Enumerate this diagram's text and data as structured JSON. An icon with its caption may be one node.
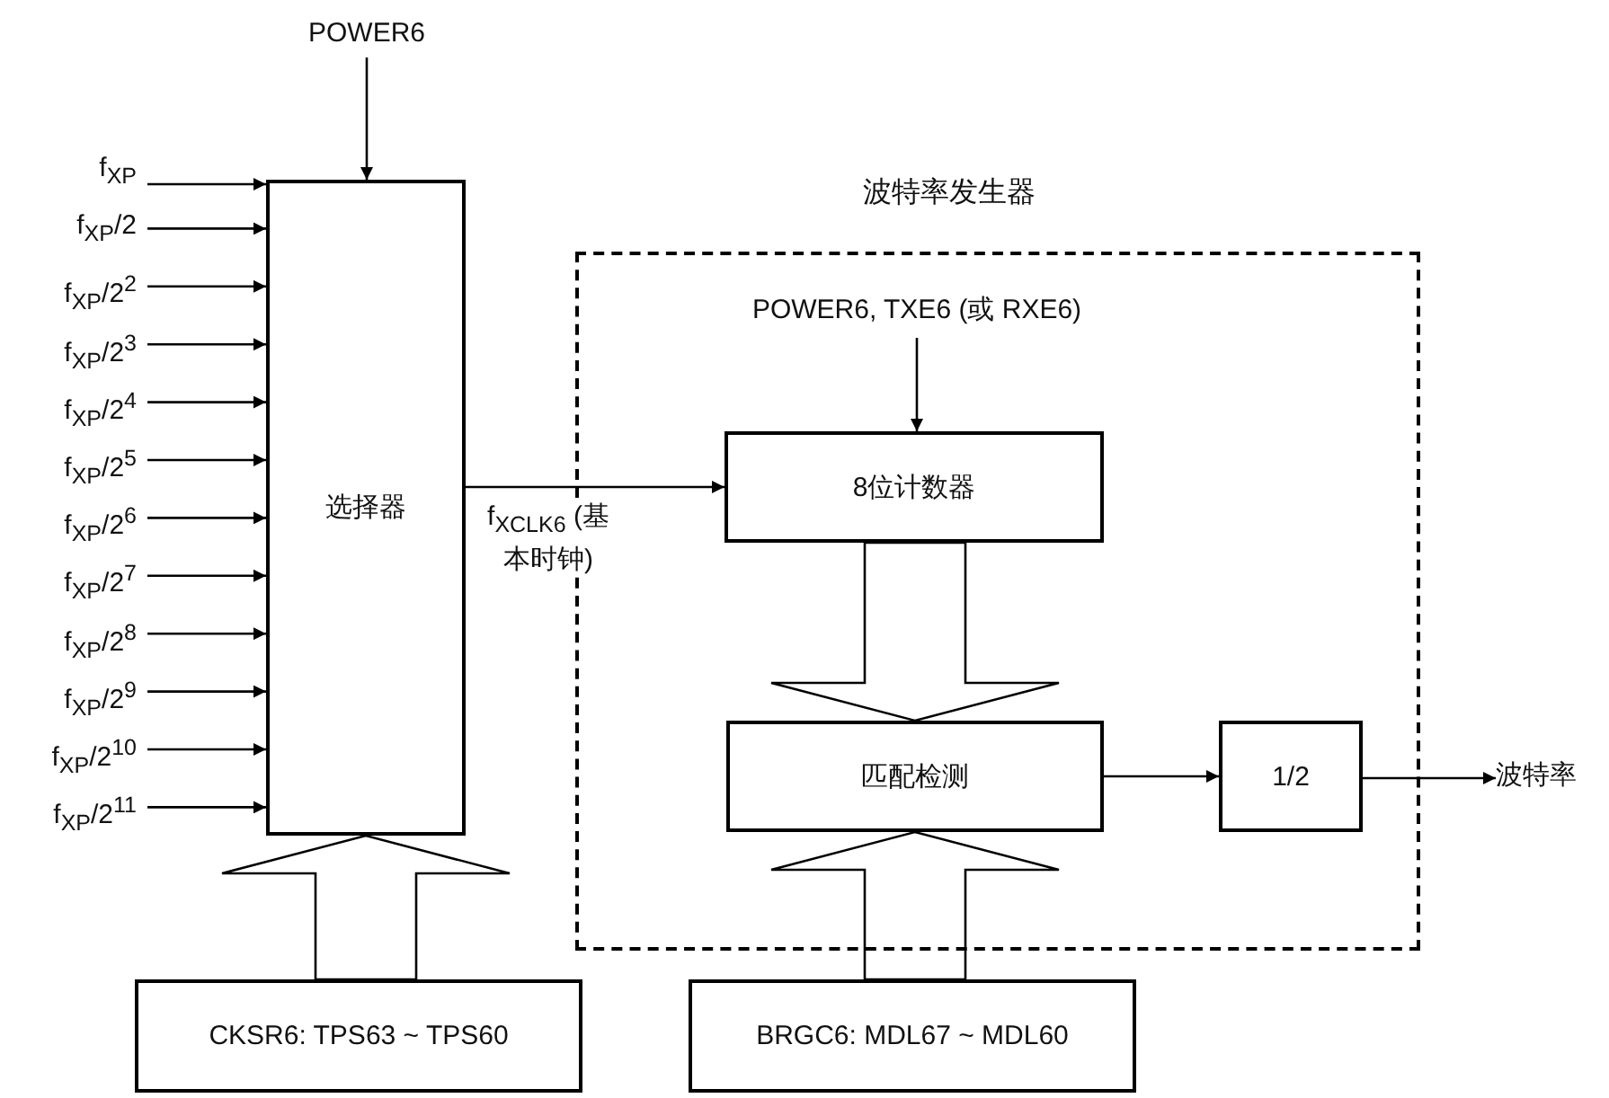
{
  "diagram": {
    "nodes": [
      {
        "text": [
          "波特率发生器"
        ]
      },
      {
        "text": [
          "f$_{XP}$"
        ]
      },
      {
        "text": [
          "f$_{XP}$/2"
        ]
      },
      {
        "text": [
          "f$_{XP}$/2$^{2}$"
        ]
      },
      {
        "text": [
          "f$_{XP}$/2$^{3}$"
        ]
      },
      {
        "text": [
          "f$_{XP}$/2$^{4}$"
        ]
      },
      {
        "text": [
          "f$_{XP}$/2$^{5}$"
        ]
      },
      {
        "text": [
          "f$_{XP}$/2$^{6}$"
        ]
      },
      {
        "text": [
          "f$_{XP}$/2$^{7}$"
        ]
      },
      {
        "text": [
          "f$_{XP}$/2$^{8}$"
        ]
      },
      {
        "text": [
          "f$_{XP}$/2$^{9}$"
        ]
      },
      {
        "text": [
          "f$_{XP}$/2$^{10}$"
        ]
      },
      {
        "text": [
          "f$_{XP}$/2$^{11}$"
        ]
      },
      {
        "text": [
          "POWER6"
        ]
      },
      {
        "text": [
          "选择器"
        ]
      },
      {
        "text": [
          "CKSR6: TPS63 ~ TPS60"
        ]
      },
      {
        "text": [
          "POWER6, TXE6 (或 RXE6)"
        ],
        "in": 0
      },
      {
        "text": [
          "8位计数器"
        ],
        "in": 0
      },
      {
        "text": [
          "匹配检测"
        ],
        "in": 0
      },
      {
        "text": [
          "1/2"
        ],
        "in": 0
      },
      {
        "text": [
          "BRGC6: MDL67 ~ MDL60"
        ]
      },
      {
        "text": [
          "波特率"
        ]
      }
    ],
    "edges": [
      {
        "from": 1,
        "to": 14,
        "arrow": "to"
      },
      {
        "from": 2,
        "to": 14,
        "arrow": "to"
      },
      {
        "from": 3,
        "to": 14,
        "arrow": "to"
      },
      {
        "from": 4,
        "to": 14,
        "arrow": "to"
      },
      {
        "from": 5,
        "to": 14,
        "arrow": "to"
      },
      {
        "from": 6,
        "to": 14,
        "arrow": "to"
      },
      {
        "from": 7,
        "to": 14,
        "arrow": "to"
      },
      {
        "from": 8,
        "to": 14,
        "arrow": "to"
      },
      {
        "from": 9,
        "to": 14,
        "arrow": "to"
      },
      {
        "from": 10,
        "to": 14,
        "arrow": "to"
      },
      {
        "from": 11,
        "to": 14,
        "arrow": "to"
      },
      {
        "from": 12,
        "to": 14,
        "arrow": "to"
      },
      {
        "from": 13,
        "to": 14,
        "arrow": "to"
      },
      {
        "from": 15,
        "to": 14,
        "arrow": "to",
        "style": "thick"
      },
      {
        "from": 14,
        "to": 17,
        "arrow": "to",
        "label": "f$_{XCLK6}$ (基本时钟)"
      },
      {
        "from": 16,
        "to": 17,
        "arrow": "to"
      },
      {
        "from": 17,
        "to": 18,
        "arrow": "to",
        "style": "thick"
      },
      {
        "from": 20,
        "to": 18,
        "arrow": "to",
        "style": "thick"
      },
      {
        "from": 18,
        "to": 19,
        "arrow": "to"
      },
      {
        "from": 19,
        "to": 21,
        "arrow": "to"
      }
    ]
  }
}
